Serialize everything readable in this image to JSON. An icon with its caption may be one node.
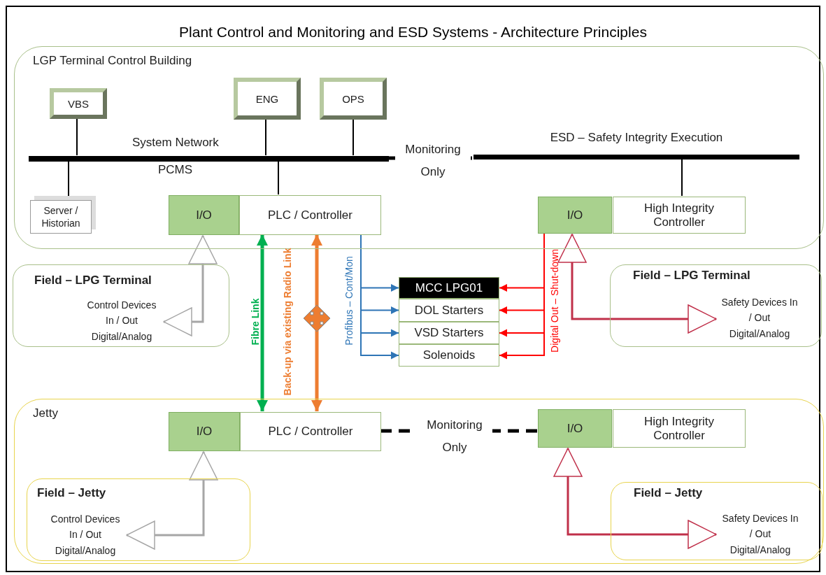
{
  "diagram": {
    "title": "Plant Control and Monitoring and ESD Systems -  Architecture Principles",
    "nodes": [
      {
        "text": [
          "LGP Terminal Control Building"
        ]
      },
      {
        "text": [
          "VBS"
        ],
        "in": 0
      },
      {
        "text": [
          "ENG"
        ],
        "in": 0
      },
      {
        "text": [
          "OPS"
        ],
        "in": 0
      },
      {
        "text": [
          "System Network",
          "PCMS"
        ],
        "in": 0
      },
      {
        "text": [
          "ESD – Safety Integrity Execution"
        ],
        "in": 0
      },
      {
        "text": [
          "Server / Historian"
        ],
        "in": 0
      },
      {
        "text": [
          "I/O"
        ],
        "in": 0
      },
      {
        "text": [
          "PLC / Controller"
        ],
        "in": 0
      },
      {
        "text": [
          "I/O"
        ],
        "in": 0
      },
      {
        "text": [
          "High Integrity Controller"
        ],
        "in": 0
      },
      {
        "text": [
          "Field – LPG Terminal",
          "Control Devices In / Out Digital/Analog"
        ]
      },
      {
        "text": [
          "MCC LPG01"
        ]
      },
      {
        "text": [
          "DOL Starters"
        ]
      },
      {
        "text": [
          "VSD Starters"
        ]
      },
      {
        "text": [
          "Solenoids"
        ]
      },
      {
        "text": [
          "Field – LPG Terminal",
          "Safety Devices In / Out Digital/Analog"
        ]
      },
      {
        "text": [
          "Jetty"
        ]
      },
      {
        "text": [
          "I/O"
        ],
        "in": 17
      },
      {
        "text": [
          "PLC / Controller"
        ],
        "in": 17
      },
      {
        "text": [
          "I/O"
        ],
        "in": 17
      },
      {
        "text": [
          "High Integrity Controller"
        ],
        "in": 17
      },
      {
        "text": [
          "Field – Jetty",
          "Control Devices In / Out Digital/Analog"
        ],
        "in": 17
      },
      {
        "text": [
          "Field – Jetty",
          "Safety Devices In / Out Digital/Analog"
        ],
        "in": 17
      }
    ],
    "edges": [
      {
        "from": 1,
        "to": 4,
        "arrow": "none"
      },
      {
        "from": 2,
        "to": 4,
        "arrow": "none"
      },
      {
        "from": 3,
        "to": 4,
        "arrow": "none"
      },
      {
        "from": 4,
        "to": 6,
        "arrow": "none"
      },
      {
        "from": 4,
        "to": 8,
        "arrow": "none"
      },
      {
        "from": 4,
        "to": 5,
        "arrow": "none",
        "label": "Monitoring Only",
        "style": "dashed"
      },
      {
        "from": 5,
        "to": 10,
        "arrow": "none"
      },
      {
        "from": 7,
        "to": 11,
        "arrow": "both",
        "color": "#a6a6a6"
      },
      {
        "from": 9,
        "to": 16,
        "arrow": "both",
        "color": "#c0304a"
      },
      {
        "from": 8,
        "to": 19,
        "arrow": "both",
        "label": "Fibre Link",
        "style": "thick",
        "color": "#00b050"
      },
      {
        "from": 8,
        "to": 19,
        "arrow": "both",
        "label": "Back-up via existing Radio Link",
        "style": "thick",
        "color": "#ed7d31"
      },
      {
        "from": 8,
        "to": 12,
        "arrow": "to",
        "label": "Profibus – Cont/Mon",
        "color": "#2e75b6"
      },
      {
        "from": 8,
        "to": 13,
        "arrow": "to",
        "color": "#2e75b6"
      },
      {
        "from": 8,
        "to": 14,
        "arrow": "to",
        "color": "#2e75b6"
      },
      {
        "from": 8,
        "to": 15,
        "arrow": "to",
        "color": "#2e75b6"
      },
      {
        "from": 9,
        "to": 12,
        "arrow": "to",
        "label": "Digital Out – Shut-down",
        "color": "#ff0000"
      },
      {
        "from": 9,
        "to": 13,
        "arrow": "to",
        "color": "#ff0000"
      },
      {
        "from": 9,
        "to": 14,
        "arrow": "to",
        "color": "#ff0000"
      },
      {
        "from": 9,
        "to": 15,
        "arrow": "to",
        "color": "#ff0000"
      },
      {
        "from": 19,
        "to": 20,
        "arrow": "none",
        "label": "Monitoring Only",
        "style": "dashed"
      },
      {
        "from": 18,
        "to": 22,
        "arrow": "both",
        "color": "#a6a6a6"
      },
      {
        "from": 20,
        "to": 23,
        "arrow": "both",
        "color": "#c0304a"
      }
    ]
  }
}
